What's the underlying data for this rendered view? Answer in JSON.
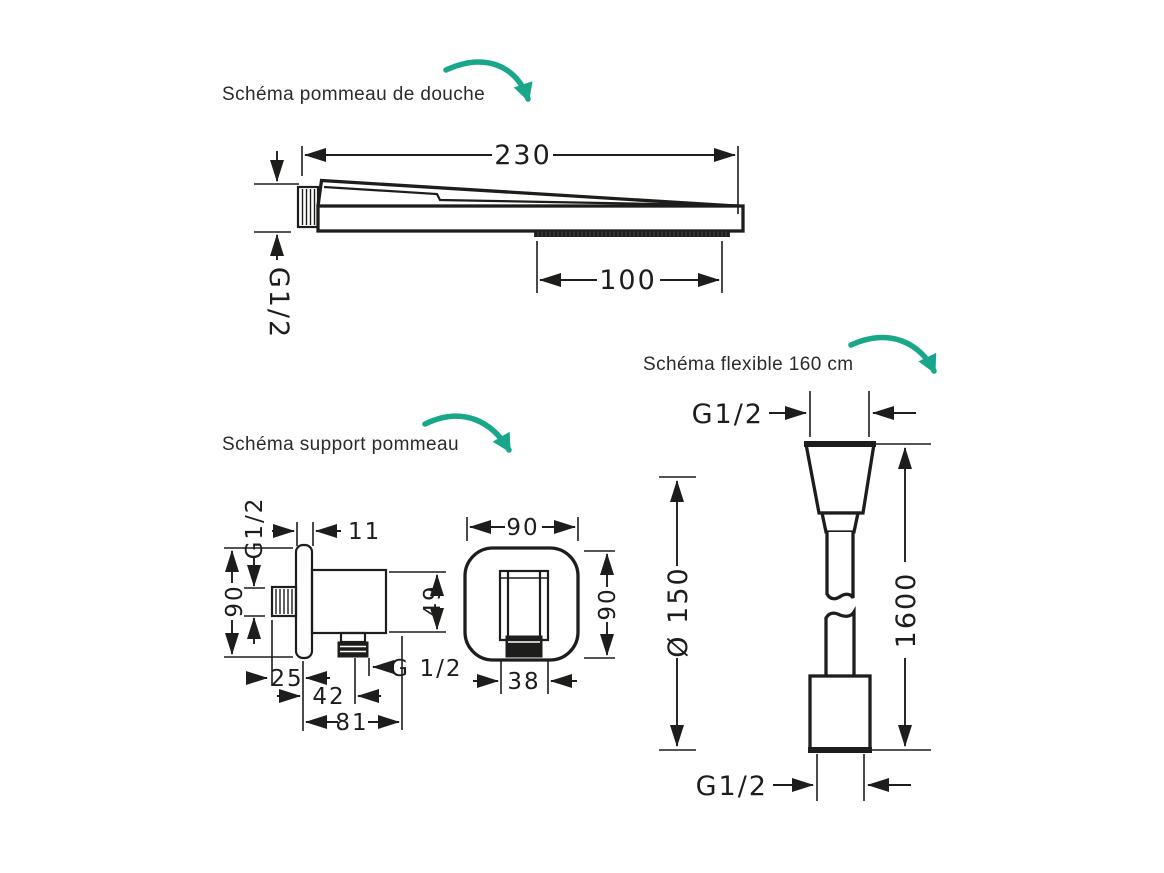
{
  "colors": {
    "line": "#1d1d1b",
    "accent": "#19a78c",
    "background": "#ffffff"
  },
  "sections": {
    "shower_head": {
      "label": "Schéma pommeau de douche",
      "dim_width": "230",
      "dim_face": "100",
      "dim_thread": "G1/2"
    },
    "holder": {
      "label": "Schéma support pommeau",
      "side": {
        "dim_plate_thickness": "11",
        "dim_thread_in": "G1/2",
        "dim_plate_height": "90",
        "dim_body_height": "49",
        "dim_inlet_offset": "25",
        "dim_outlet_offset": "42",
        "dim_total_depth": "81",
        "dim_thread_out_g": "G",
        "dim_thread_out_frac": "1/2"
      },
      "front": {
        "dim_width": "90",
        "dim_height": "90",
        "dim_slot": "38"
      }
    },
    "hose": {
      "label": "Schéma flexible 160 cm",
      "dim_thread_top": "G1/2",
      "dim_diameter": "Ø 150",
      "dim_length": "1600",
      "dim_thread_bottom": "G1/2"
    }
  }
}
